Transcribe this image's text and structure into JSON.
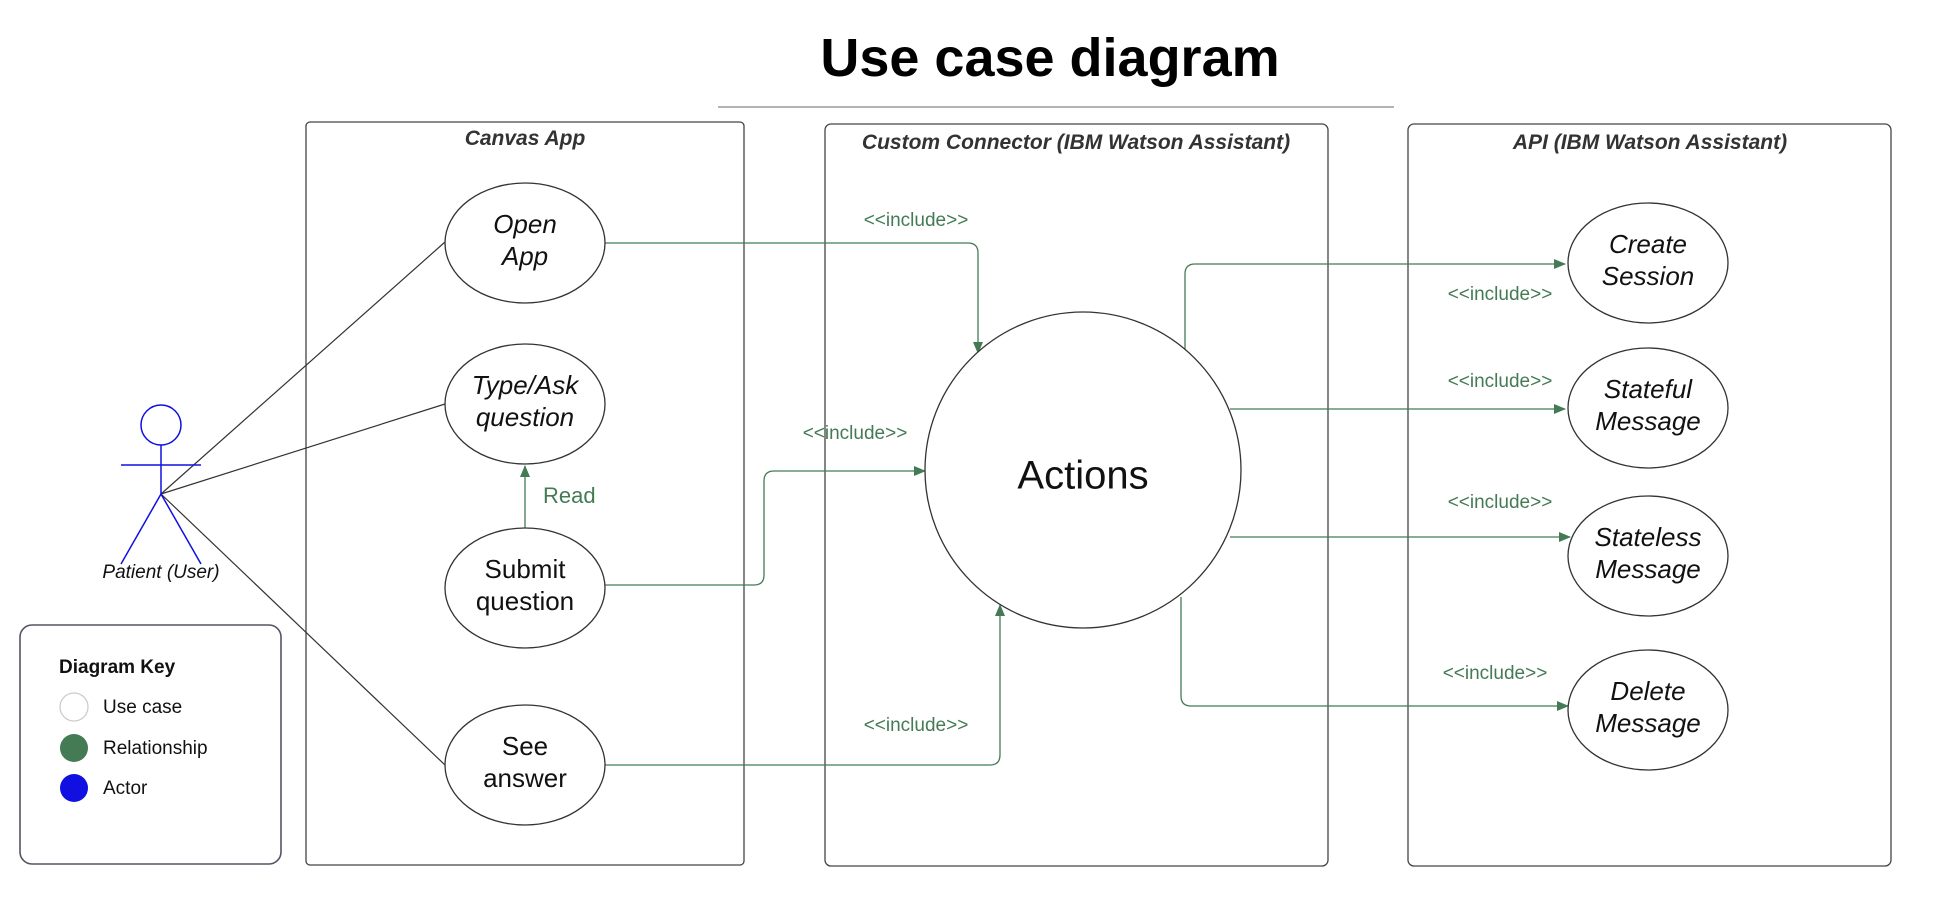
{
  "title": "Use case diagram",
  "colors": {
    "relationship": "#447b55",
    "actor": "#1010e0",
    "line": "#333333",
    "usecase_fill": "#ffffff"
  },
  "systems": {
    "canvas": {
      "label": "Canvas App"
    },
    "connector": {
      "label": "Custom Connector (IBM Watson Assistant)"
    },
    "api": {
      "label": "API (IBM Watson Assistant)"
    }
  },
  "actor": {
    "label": "Patient (User)"
  },
  "use_cases": {
    "open_app": {
      "line1": "Open",
      "line2": "App"
    },
    "type_ask": {
      "line1": "Type/Ask",
      "line2": "question"
    },
    "submit": {
      "line1": "Submit",
      "line2": "question"
    },
    "see_answer": {
      "line1": "See",
      "line2": "answer"
    },
    "actions": {
      "label": "Actions"
    },
    "create_session": {
      "line1": "Create",
      "line2": "Session"
    },
    "stateful": {
      "line1": "Stateful",
      "line2": "Message"
    },
    "stateless": {
      "line1": "Stateless",
      "line2": "Message"
    },
    "delete": {
      "line1": "Delete",
      "line2": "Message"
    }
  },
  "relations": {
    "read": "Read",
    "include": "<<include>>"
  },
  "key": {
    "title": "Diagram Key",
    "use_case": "Use case",
    "relationship": "Relationship",
    "actor": "Actor"
  }
}
